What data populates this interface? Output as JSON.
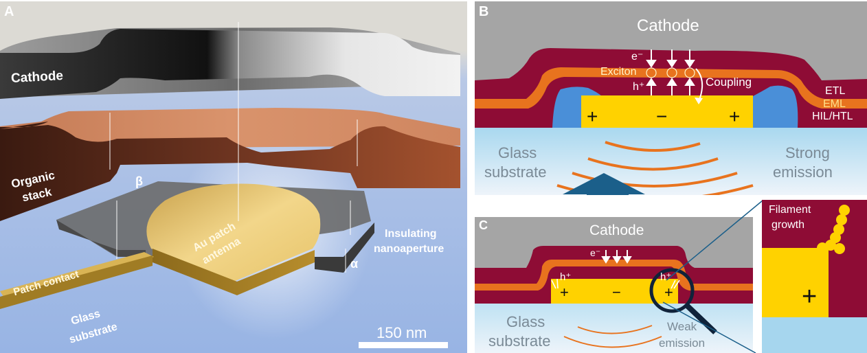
{
  "panel_a": {
    "letter": "A",
    "labels": {
      "cathode": "Cathode",
      "organic_stack_1": "Organic",
      "organic_stack_2": "stack",
      "beta": "β",
      "alpha": "α",
      "au_patch_1": "Au patch",
      "au_patch_2": "antenna",
      "insulating_1": "Insulating",
      "insulating_2": "nanoaperture",
      "patch_contact": "Patch contact",
      "glass_1": "Glass",
      "glass_2": "substrate"
    },
    "scale_bar": "150 nm"
  },
  "panel_b": {
    "letter": "B",
    "cathode": "Cathode",
    "e_minus": "e⁻",
    "exciton": "Exciton",
    "h_plus": "h⁺",
    "coupling": "Coupling",
    "etl": "ETL",
    "eml": "EML",
    "hil_htl": "HIL/HTL",
    "plus_left": "+",
    "minus": "−",
    "plus_right": "+",
    "glass_1": "Glass",
    "glass_2": "substrate",
    "strong_1": "Strong",
    "strong_2": "emission"
  },
  "panel_c": {
    "letter": "C",
    "cathode": "Cathode",
    "e_minus": "e⁻",
    "h_plus_left": "h⁺",
    "h_plus_right": "h⁺",
    "plus_left": "+",
    "minus": "−",
    "plus_right": "+",
    "glass_1": "Glass",
    "glass_2": "substrate",
    "weak_1": "Weak",
    "weak_2": "emission"
  },
  "inset": {
    "filament_1": "Filament",
    "filament_2": "growth",
    "plus": "+"
  },
  "colors": {
    "cathode_gray": "#a5a5a5",
    "etl_red": "#8e0c35",
    "eml_orange": "#e8731e",
    "insulator_blue": "#4a8fd8",
    "gold": "#ffd200",
    "glass_light": "#cfe7f5",
    "arrow_blue": "#1b5f8a"
  }
}
